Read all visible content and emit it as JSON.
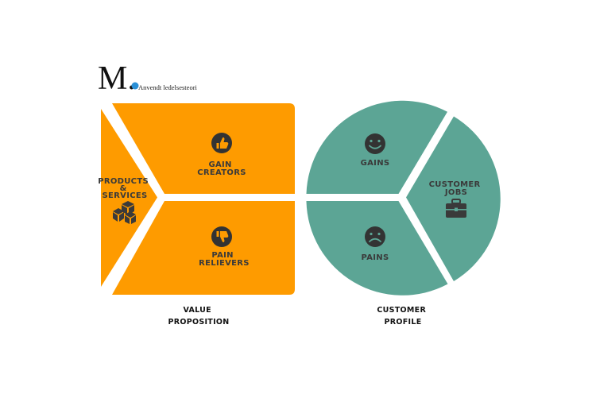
{
  "logo": {
    "letter": "M.",
    "subtitle": "Anvendt ledelsesteori",
    "dot_color": "#2a8fd6"
  },
  "value_proposition": {
    "color": "#fe9b00",
    "products_services": [
      "PRODUCTS",
      "&",
      "SERVICES"
    ],
    "products_icon": "boxes-icon",
    "gain_creators": [
      "GAIN",
      "CREATORS"
    ],
    "gain_creators_icon": "thumbs-up-icon",
    "pain_relievers": [
      "PAIN",
      "RELIEVERS"
    ],
    "pain_relievers_icon": "thumbs-down-icon",
    "caption": [
      "VALUE",
      "PROPOSITION"
    ]
  },
  "customer_profile": {
    "color": "#5ca595",
    "gains": "GAINS",
    "gains_icon": "smiley-icon",
    "pains": "PAINS",
    "pains_icon": "frown-icon",
    "customer_jobs": [
      "CUSTOMER",
      "JOBS"
    ],
    "customer_jobs_icon": "briefcase-icon",
    "caption": [
      "CUSTOMER",
      "PROFILE"
    ]
  },
  "colors": {
    "label_text": "#3a3a3a",
    "icon_dark": "#333333"
  }
}
